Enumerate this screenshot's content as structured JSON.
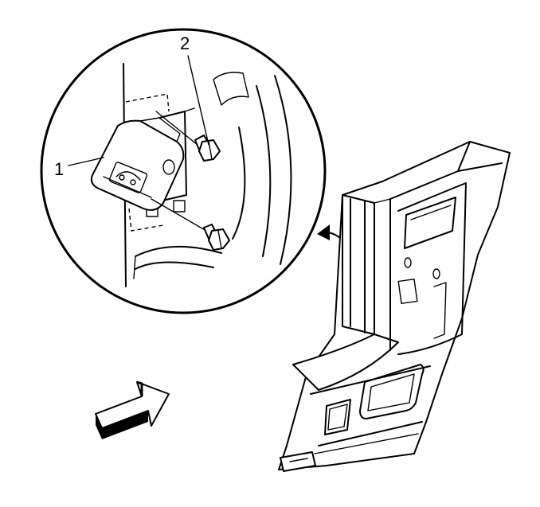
{
  "callouts": [
    {
      "id": "1",
      "label": "1"
    },
    {
      "id": "2",
      "label": "2"
    }
  ],
  "colors": {
    "ink": "#000000",
    "paper": "#ffffff"
  },
  "icons": [
    "view-direction-arrow-icon",
    "detail-arrow-icon",
    "bolt-icon"
  ]
}
